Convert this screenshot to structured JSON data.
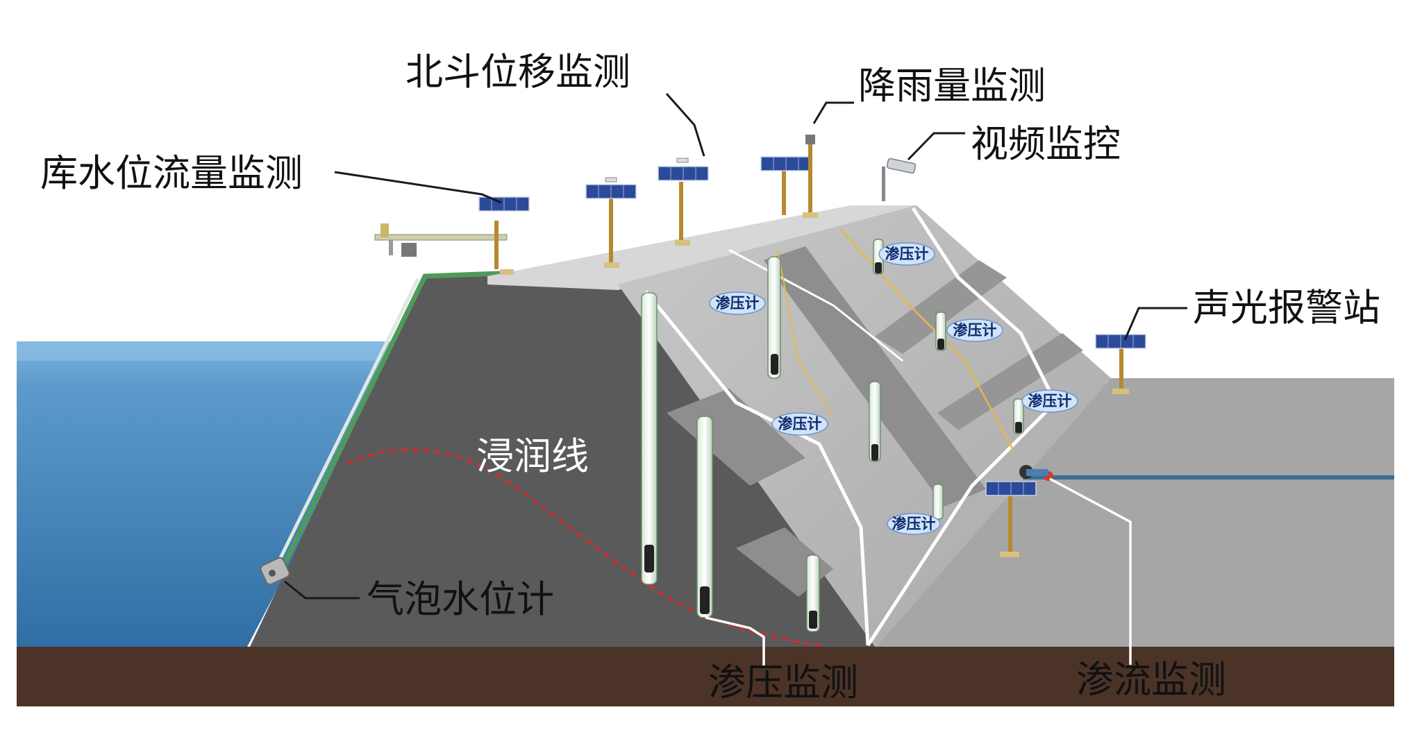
{
  "labels": {
    "beidou": "北斗位移监测",
    "rainfall": "降雨量监测",
    "video": "视频监控",
    "reservoir_level_flow": "库水位流量监测",
    "alarm_station": "声光报警站",
    "phreatic_line": "浸润线",
    "bubble_gauge": "气泡水位计",
    "seepage_pressure_monitoring": "渗压监测",
    "seepage_flow_monitoring": "渗流监测",
    "piezometer": "渗压计"
  },
  "colors": {
    "water_light": "#6fa8d8",
    "water_dark": "#3d7fb6",
    "dam_core": "#5a5a5a",
    "slope": "#b8b8b8",
    "ground": "#4b3328",
    "phreatic_line": "#d62b2b",
    "solar_panel": "#2c4a9a",
    "tag_fill": "#cfe3fb"
  }
}
